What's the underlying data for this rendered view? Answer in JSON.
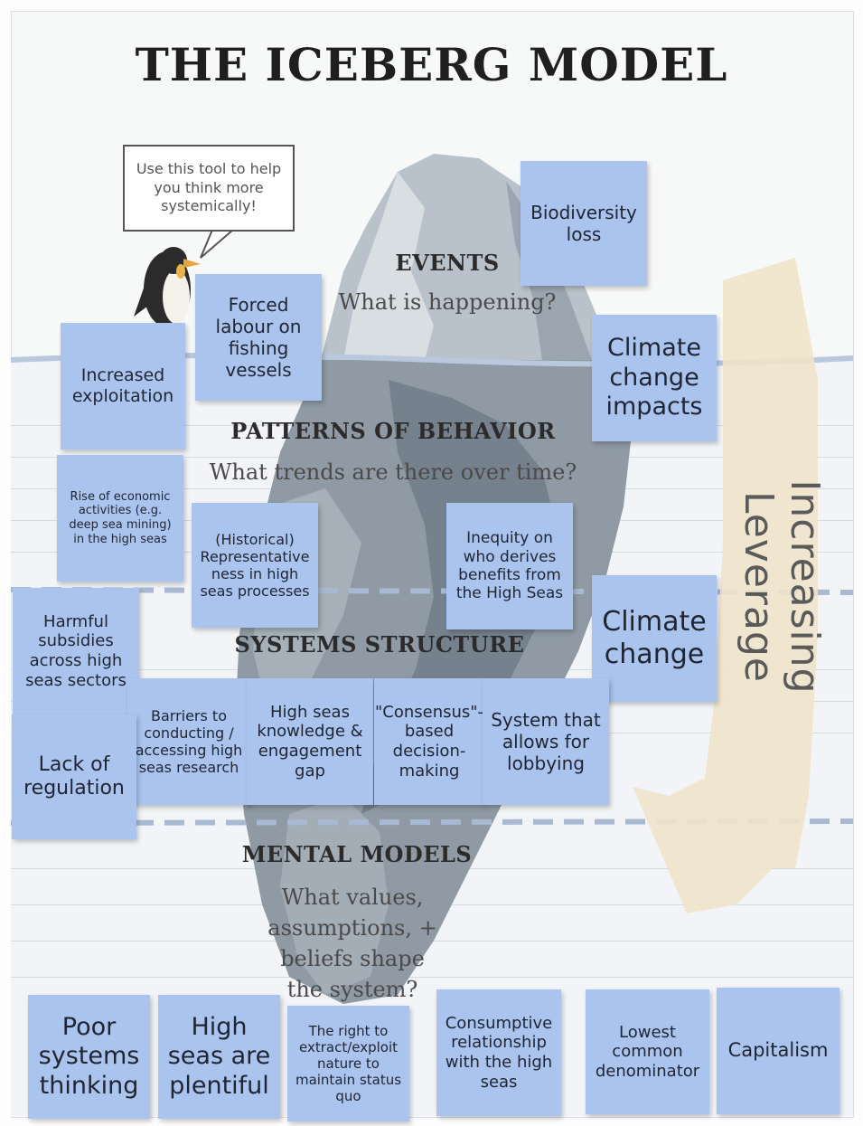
{
  "title": "THE ICEBERG MODEL",
  "speech_bubble": "Use this tool to help you think more systemically!",
  "levels": {
    "events": {
      "heading": "EVENTS",
      "question": "What is happening?"
    },
    "patterns": {
      "heading": "PATTERNS OF BEHAVIOR",
      "question": "What trends are there over time?"
    },
    "structure": {
      "heading": "SYSTEMS STRUCTURE",
      "question": ""
    },
    "mental": {
      "heading": "MENTAL MODELS",
      "question_lines": [
        "What values,",
        "assumptions, +",
        "beliefs shape",
        "the system?"
      ]
    }
  },
  "arrow_label": "Increasing Leverage",
  "notes": {
    "biodiversity": "Biodiversity loss",
    "forced_labour": "Forced labour on fishing vessels",
    "increased_exploitation": "Increased exploitation",
    "climate_impacts": "Climate change impacts",
    "economic_activities": "Rise of economic activities (e.g. deep sea mining) in the high seas",
    "representativeness": "(Historical) Representative ness in high seas processes",
    "inequity": "Inequity on who derives benefits from the High Seas",
    "harmful_subsidies": "Harmful subsidies across high seas sectors",
    "climate_change": "Climate change",
    "barriers": "Barriers to conducting / accessing high seas research",
    "knowledge_gap": "High seas knowledge & engagement gap",
    "consensus": "\"Consensus\"-based decision-making",
    "lobbying": "System that allows for lobbying",
    "lack_regulation": "Lack of regulation",
    "poor_systems": "Poor systems thinking",
    "plentiful": "High seas are plentiful",
    "right_to_extract": "The right to extract/exploit nature to maintain status quo",
    "consumptive": "Consumptive relationship with the high seas",
    "lowest_common": "Lowest common denominator",
    "capitalism": "Capitalism"
  },
  "colors": {
    "note": "#aac4ee",
    "arrow": "#efe3c9",
    "iceberg": "#8f9aa4",
    "water_line": "#c9d3e2"
  }
}
